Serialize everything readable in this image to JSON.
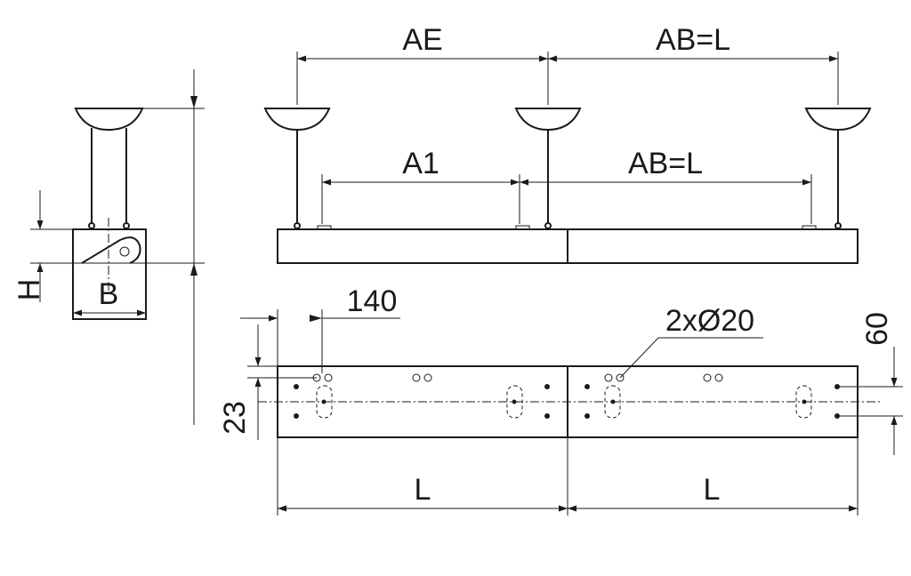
{
  "labels": {
    "ae": "AE",
    "ab_top": "AB=L",
    "a1": "A1",
    "ab_mid": "AB=L",
    "h": "H",
    "b": "B",
    "d140": "140",
    "holes": "2xØ20",
    "d60": "60",
    "d23": "23",
    "l_left": "L",
    "l_right": "L"
  },
  "colors": {
    "line": "#1a1a1a",
    "background": "#ffffff"
  }
}
